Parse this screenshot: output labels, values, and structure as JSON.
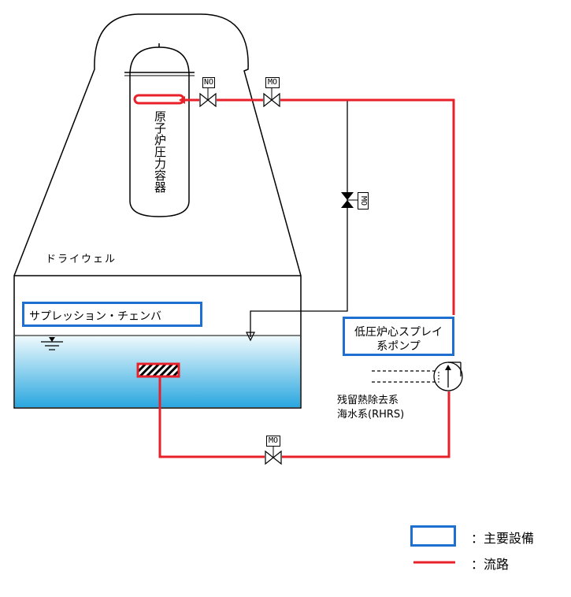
{
  "colors": {
    "main_equipment_border": "#1f6fd0",
    "flow_path": "#e8202a",
    "water_top": "#f0fafd",
    "water_bottom": "#2aa7df",
    "line": "#000000"
  },
  "labels": {
    "reactor_vessel": "原子炉圧力容器",
    "drywell": "ドライウェル",
    "suppression_chamber": "サプレッション・チェンバ",
    "pump_line1": "低圧炉心スプレイ",
    "pump_line2": "系ポンプ",
    "rhrs_line1": "残留熱除去系",
    "rhrs_line2": "海水系(RHRS)"
  },
  "valve_tags": {
    "no_valve": "NO",
    "mo_top": "MO",
    "mo_side": "MO",
    "mo_bottom": "MO"
  },
  "legend": {
    "main_equipment": "：主要設備",
    "flow_path": "：流路"
  },
  "icons": {
    "water_level": "water-level-icon",
    "strainer": "strainer-icon",
    "pump": "pump-icon",
    "valve": "valve-icon",
    "check_valve": "check-valve-icon"
  }
}
